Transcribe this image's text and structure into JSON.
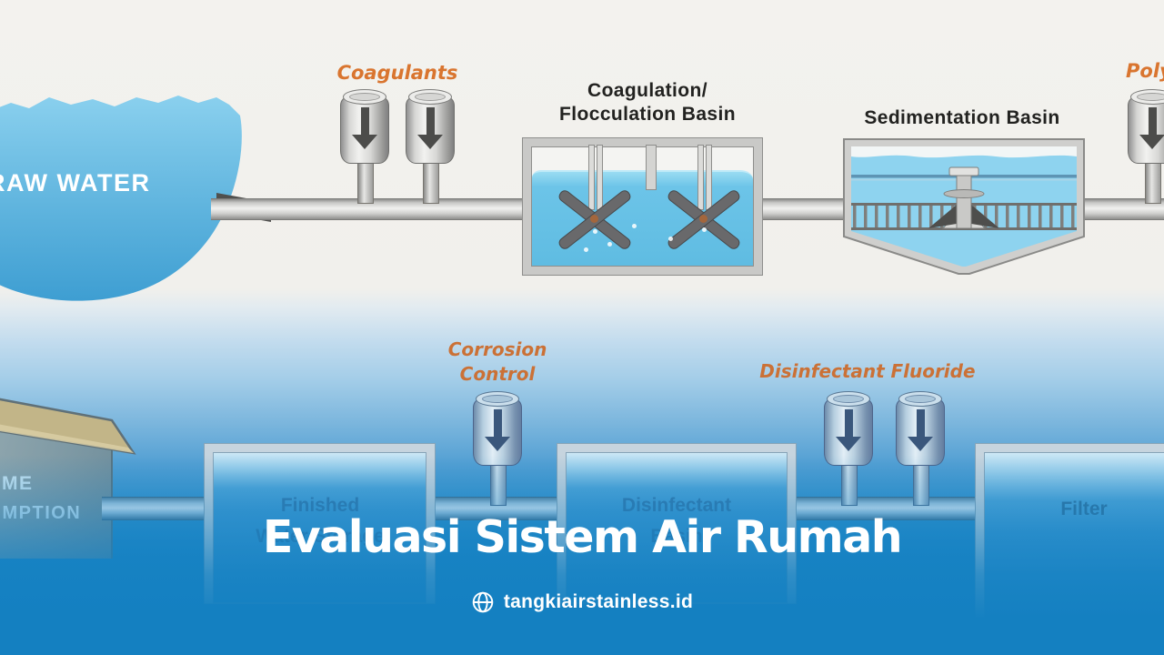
{
  "diagram": {
    "raw_water_label": "RAW WATER",
    "coagulants_label": "Coagulants",
    "coag_floc_basin": {
      "line1": "Coagulation/",
      "line2": "Flocculation Basin"
    },
    "sedimentation_basin_label": "Sedimentation Basin",
    "polymer_label": "Polymer",
    "corrosion_control": {
      "line1": "Corrosion",
      "line2": "Control"
    },
    "disinfectant_feed_label": "Disinfectant",
    "fluoride_label": "Fluoride",
    "finished_water_storage": {
      "line1": "Finished",
      "line2": "Water Storage"
    },
    "disinfection_basin": {
      "line1": "Disinfectant",
      "line2": "Basin"
    },
    "filter_label": "Filter",
    "home_consumption": {
      "line1": "HOME",
      "line2": "CONSUMPTION"
    }
  },
  "overlay": {
    "title": "Evaluasi Sistem Air Rumah",
    "website": "tangkiairstainless.id"
  },
  "icons": {
    "globe": "globe-icon",
    "dosing_arrow": "down-arrow-icon"
  },
  "colors": {
    "background_top": "#f3f2ee",
    "background_bottom": "#1480c1",
    "label_orange": "#d9752f",
    "water_blue": "#66c4e6",
    "title_color": "#ffffff"
  }
}
